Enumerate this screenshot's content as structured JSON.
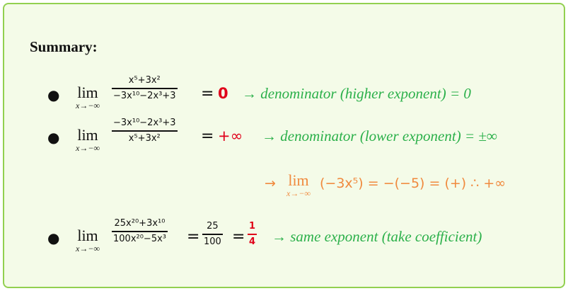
{
  "heading": "Summary:",
  "items": [
    {
      "lim_word": "lim",
      "lim_sub": "x→−∞",
      "numerator": "x⁵+3x²",
      "denominator": "−3x¹⁰−2x³+3",
      "equals": "=",
      "result": "0",
      "note": "→ denominator (higher exponent) = 0"
    },
    {
      "lim_word": "lim",
      "lim_sub": "x→−∞",
      "numerator": "−3x¹⁰−2x³+3",
      "denominator": "x⁵+3x²",
      "equals": "=",
      "result": "+∞",
      "note": "→ denominator (lower exponent) = ±∞",
      "detail": {
        "arrow": "→",
        "lim_word": "lim",
        "lim_sub": "x→−∞",
        "expr": "(−3x⁵) = −(−5) = (+) ∴ +∞"
      }
    },
    {
      "lim_word": "lim",
      "lim_sub": "x→−∞",
      "numerator": "25x²⁰+3x¹⁰",
      "denominator": "100x²⁰−5x³",
      "equals": "=",
      "mid_numerator": "25",
      "mid_denominator": "100",
      "equals2": "=",
      "result_numerator": "1",
      "result_denominator": "4",
      "note": "→ same exponent (take coefficient)"
    }
  ],
  "colors": {
    "border": "#92d050",
    "background": "#f4fbe8",
    "highlight_red": "#e0001a",
    "note_green": "#2bb04a",
    "detail_orange": "#f08a3e"
  }
}
